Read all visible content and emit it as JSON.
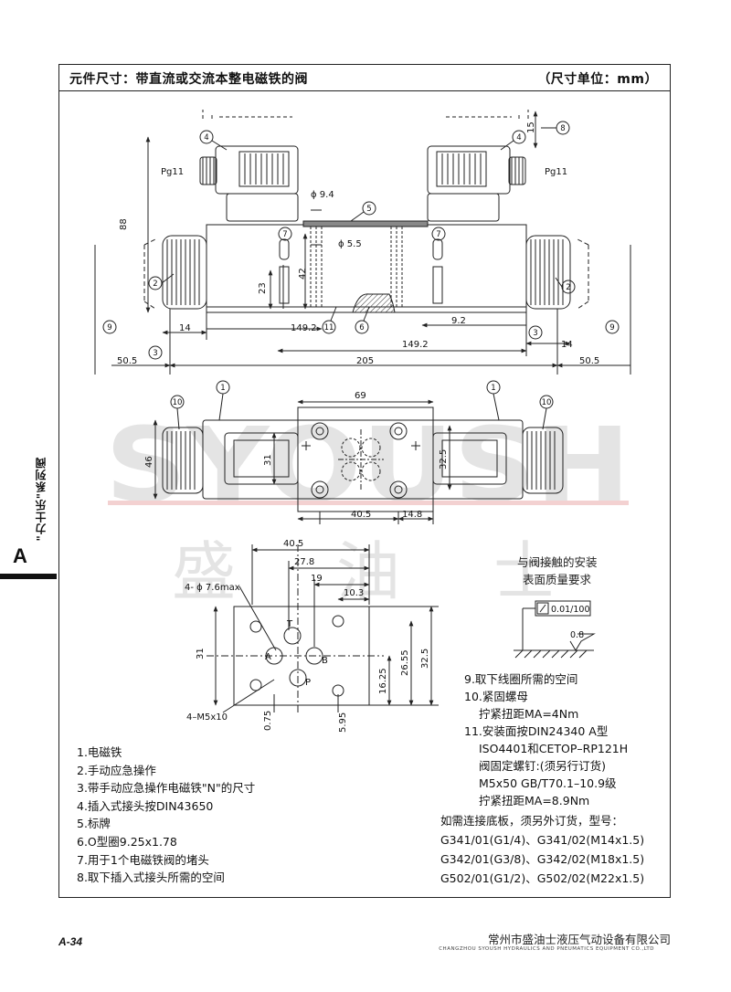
{
  "header": {
    "title": "元件尺寸：带直流或交流本整电磁铁的阀",
    "unit": "（尺寸单位：mm）"
  },
  "side": {
    "letter": "A",
    "series": "\"力士乐\"系列阀"
  },
  "watermark": {
    "latin": "SYOUSH",
    "cn": [
      "盛",
      "油",
      "士"
    ]
  },
  "front_view": {
    "dims": {
      "d88": "88",
      "d15": "15",
      "d9_4": "ϕ 9.4",
      "d5_5": "ϕ 5.5",
      "d42": "42",
      "d23": "23",
      "d14a": "14",
      "d14b": "14",
      "d149_2a": "149.2",
      "d149_2b": "149.2",
      "d9_2": "9.2",
      "d50_5a": "50.5",
      "d50_5b": "50.5",
      "d205": "205",
      "pg11a": "Pg11",
      "pg11b": "Pg11"
    }
  },
  "top_view": {
    "dims": {
      "d69": "69",
      "d46": "46",
      "d31": "31",
      "d32_5": "32.5",
      "d40_5": "40.5",
      "d14_8": "14.8"
    }
  },
  "port_view": {
    "dims": {
      "d40_5": "40.5",
      "d27_8": "27.8",
      "d19": "19",
      "d10_3": "10.3",
      "holes": "4- ϕ 7.6max",
      "d31": "31",
      "d16_25": "16.25",
      "d26_55": "26.55",
      "d32_5": "32.5",
      "d0_75": "0.75",
      "d5_95": "5.95",
      "screws": "4–M5x10"
    },
    "ports": {
      "t": "T",
      "a": "A",
      "b": "B",
      "p": "P"
    }
  },
  "surface": {
    "title_line1": "与阀接触的安装",
    "title_line2": "表面质量要求",
    "flatness": "0.01/100",
    "roughness": "0.8"
  },
  "callouts": [
    "1",
    "2",
    "3",
    "4",
    "5",
    "6",
    "7",
    "8",
    "9",
    "10",
    "11"
  ],
  "legend": [
    "1.电磁铁",
    "2.手动应急操作",
    "3.带手动应急操作电磁铁\"N\"的尺寸",
    "4.插入式接头按DIN43650",
    "5.标牌",
    "6.O型圈9.25x1.78",
    "7.用于1个电磁铁阀的堵头",
    "8.取下插入式接头所需的空间"
  ],
  "notes": [
    "9.取下线圈所需的空间",
    "10.紧固螺母",
    "  拧紧扭距MA=4Nm",
    "11.安装面按DIN24340 A型",
    "  ISO4401和CETOP–RP121H",
    "  阀固定螺钉:(须另行订货)",
    "  M5x50 GB/T70.1–10.9级",
    "  拧紧扭距MA=8.9Nm"
  ],
  "orders": [
    "如需连接底板，须另外订货，型号：",
    "G341/01(G1/4)、G341/02(M14x1.5)",
    "G342/01(G3/8)、G342/02(M18x1.5)",
    "G502/01(G1/2)、G502/02(M22x1.5)"
  ],
  "footer": {
    "page": "A-34",
    "company": "常州市盛油士液压气动设备有限公司",
    "company_en": "CHANGZHOU SYOUSH HYDRAULICS AND PNEUMATICS EQUIPMENT CO.,LTD"
  }
}
